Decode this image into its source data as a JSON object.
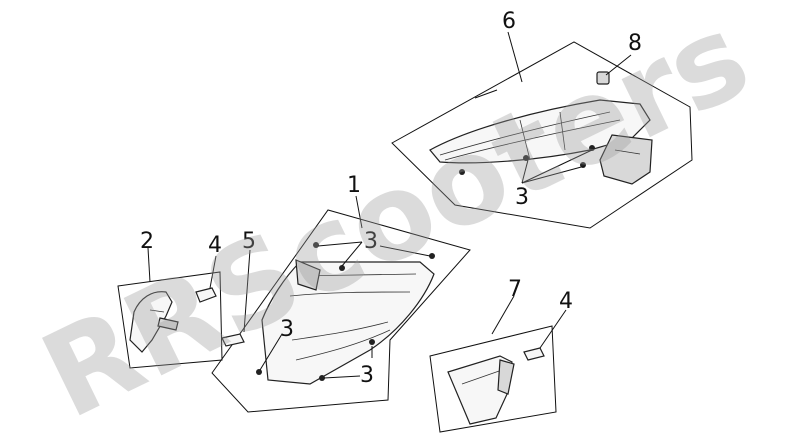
{
  "watermark": "RRScooters",
  "callouts": {
    "c1": "1",
    "c2": "2",
    "c3_top_right": "3",
    "c3_center_top": "3",
    "c3_center_left": "3",
    "c3_center_bottom": "3",
    "c4_left": "4",
    "c4_right": "4",
    "c5": "5",
    "c6": "6",
    "c7": "7",
    "c8": "8"
  }
}
